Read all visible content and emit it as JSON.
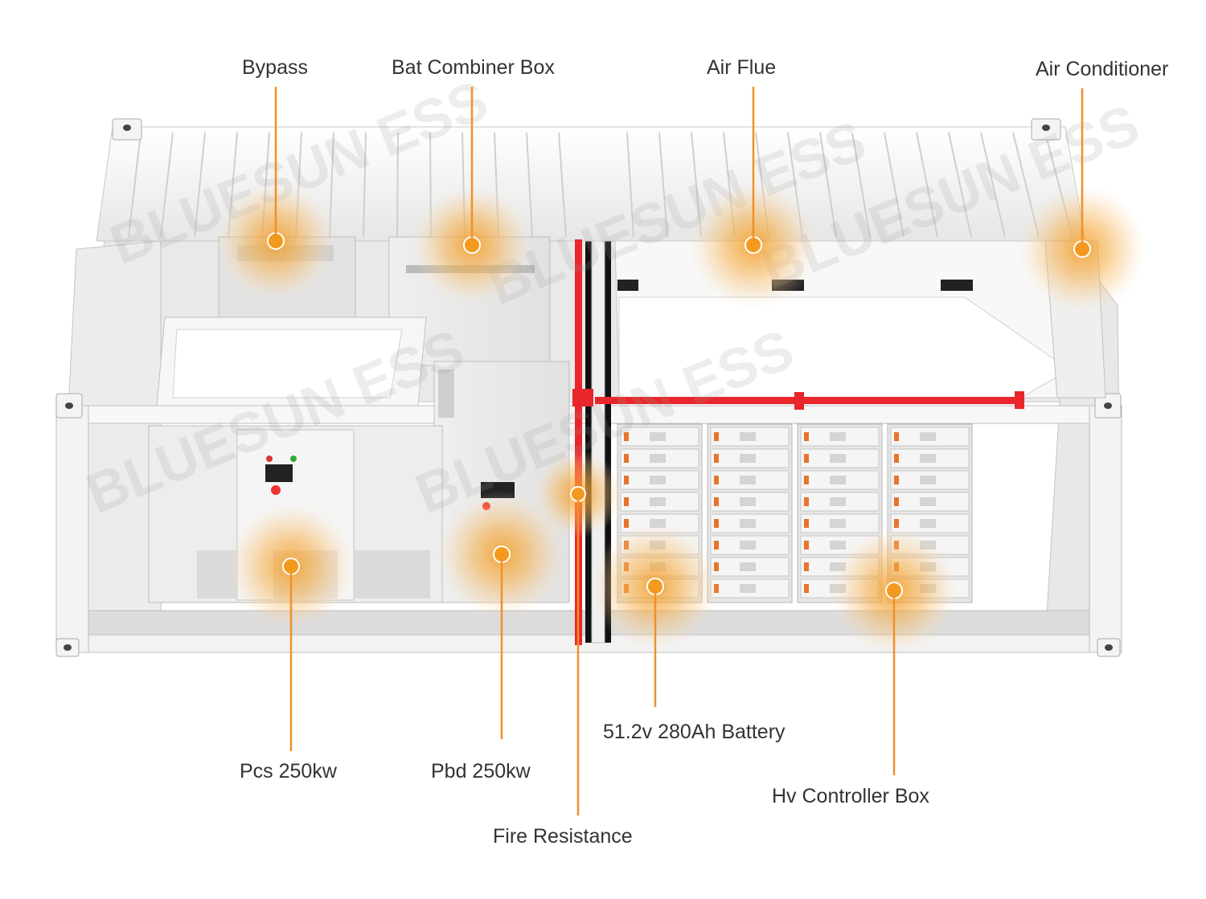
{
  "colors": {
    "accent_orange": "#f39a1e",
    "leader_line": "#f0902a",
    "fire_pipe_red": "#e8262b",
    "container_white": "#f4f4f4",
    "container_shade": "#d9d9d9",
    "label_text": "#333333"
  },
  "watermark": "BLUESUN ESS",
  "callouts": [
    {
      "id": "bypass",
      "label": "Bypass"
    },
    {
      "id": "bat-combiner-box",
      "label": "Bat Combiner Box"
    },
    {
      "id": "air-flue",
      "label": "Air Flue"
    },
    {
      "id": "air-conditioner",
      "label": "Air Conditioner"
    },
    {
      "id": "pcs",
      "label": "Pcs 250kw"
    },
    {
      "id": "pbd",
      "label": "Pbd 250kw"
    },
    {
      "id": "fire-resistance",
      "label": "Fire Resistance"
    },
    {
      "id": "battery",
      "label": "51.2v 280Ah Battery"
    },
    {
      "id": "hv-controller-box",
      "label": "Hv Controller Box"
    }
  ]
}
